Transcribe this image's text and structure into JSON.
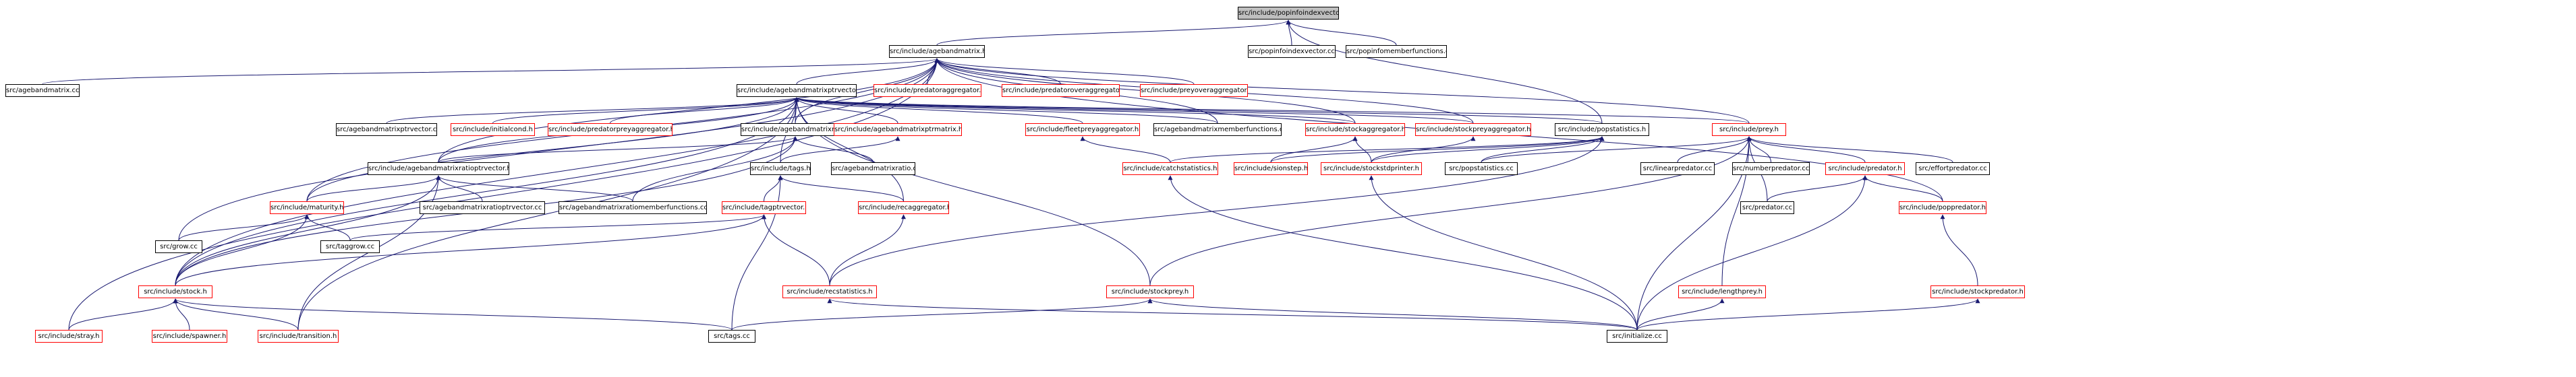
{
  "diagram": {
    "colors": {
      "edge": "#191970",
      "normal_border": "#000000",
      "partial_border": "#ff0000",
      "root_fill": "#bfbfbf"
    },
    "nodes": [
      {
        "id": "root",
        "label": "src/include/popinfoindexvector.h",
        "style": "root"
      },
      {
        "id": "agebandmatrix_h",
        "label": "src/include/agebandmatrix.h",
        "style": "normal"
      },
      {
        "id": "popinfoindexvector_cc",
        "label": "src/popinfoindexvector.cc",
        "style": "normal"
      },
      {
        "id": "popinfomemberfunctions_cc",
        "label": "src/popinfomemberfunctions.cc",
        "style": "normal"
      },
      {
        "id": "agebandmatrix_cc",
        "label": "src/agebandmatrix.cc",
        "style": "normal"
      },
      {
        "id": "agebandmatrixptrvector_h",
        "label": "src/include/agebandmatrixptrvector.h",
        "style": "normal"
      },
      {
        "id": "predatoraggregator_h",
        "label": "src/include/predatoraggregator.h",
        "style": "partial"
      },
      {
        "id": "predatoroveraggregator_h",
        "label": "src/include/predatoroveraggregator.h",
        "style": "partial"
      },
      {
        "id": "preyoveraggregator_h",
        "label": "src/include/preyoveraggregator.h",
        "style": "partial"
      },
      {
        "id": "agebandmatrixptrvector_cc",
        "label": "src/agebandmatrixptrvector.cc",
        "style": "normal"
      },
      {
        "id": "initialcond_h",
        "label": "src/include/initialcond.h",
        "style": "partial"
      },
      {
        "id": "predatorpreyaggregator_h",
        "label": "src/include/predatorpreyaggregator.h",
        "style": "partial"
      },
      {
        "id": "agebandmatrixratio_h",
        "label": "src/include/agebandmatrixratio.h",
        "style": "normal"
      },
      {
        "id": "agebandmatrixptrmatrix_h",
        "label": "src/include/agebandmatrixptrmatrix.h",
        "style": "partial"
      },
      {
        "id": "fleetpreyaggregator_h",
        "label": "src/include/fleetpreyaggregator.h",
        "style": "partial"
      },
      {
        "id": "agebandmatrixmemberfunctions_cc",
        "label": "src/agebandmatrixmemberfunctions.cc",
        "style": "normal"
      },
      {
        "id": "stockaggregator_h",
        "label": "src/include/stockaggregator.h",
        "style": "partial"
      },
      {
        "id": "stockpreyaggregator_h",
        "label": "src/include/stockpreyaggregator.h",
        "style": "partial"
      },
      {
        "id": "popstatistics_h",
        "label": "src/include/popstatistics.h",
        "style": "normal"
      },
      {
        "id": "prey_h",
        "label": "src/include/prey.h",
        "style": "partial"
      },
      {
        "id": "agebandmatrixratioptrvector_h",
        "label": "src/include/agebandmatrixratioptrvector.h",
        "style": "normal"
      },
      {
        "id": "tags_h",
        "label": "src/include/tags.h",
        "style": "normal"
      },
      {
        "id": "agebandmatrixratio_cc",
        "label": "src/agebandmatrixratio.cc",
        "style": "normal"
      },
      {
        "id": "catchstatistics_h",
        "label": "src/include/catchstatistics.h",
        "style": "partial"
      },
      {
        "id": "sionstep_h",
        "label": "src/include/sionstep.h",
        "style": "partial"
      },
      {
        "id": "stockstdprinter_h",
        "label": "src/include/stockstdprinter.h",
        "style": "partial"
      },
      {
        "id": "popstatistics_cc",
        "label": "src/popstatistics.cc",
        "style": "normal"
      },
      {
        "id": "linearpredator_cc",
        "label": "src/linearpredator.cc",
        "style": "normal"
      },
      {
        "id": "numberpredator_cc",
        "label": "src/numberpredator.cc",
        "style": "normal"
      },
      {
        "id": "predator_h",
        "label": "src/include/predator.h",
        "style": "partial"
      },
      {
        "id": "effortpredator_cc",
        "label": "src/effortpredator.cc",
        "style": "normal"
      },
      {
        "id": "maturity_h",
        "label": "src/include/maturity.h",
        "style": "partial"
      },
      {
        "id": "agebandmatrixratioptrvector_cc",
        "label": "src/agebandmatrixratioptrvector.cc",
        "style": "normal"
      },
      {
        "id": "agebandmatrixratiomemberfunctions_cc",
        "label": "src/agebandmatrixratiomemberfunctions.cc",
        "style": "normal"
      },
      {
        "id": "tagptrvector_h",
        "label": "src/include/tagptrvector.h",
        "style": "partial"
      },
      {
        "id": "recaggregator_h",
        "label": "src/include/recaggregator.h",
        "style": "partial"
      },
      {
        "id": "predator_cc",
        "label": "src/predator.cc",
        "style": "normal"
      },
      {
        "id": "poppredator_h",
        "label": "src/include/poppredator.h",
        "style": "partial"
      },
      {
        "id": "grow_cc",
        "label": "src/grow.cc",
        "style": "normal"
      },
      {
        "id": "taggrow_cc",
        "label": "src/taggrow.cc",
        "style": "normal"
      },
      {
        "id": "stock_h",
        "label": "src/include/stock.h",
        "style": "partial"
      },
      {
        "id": "recstatistics_h",
        "label": "src/include/recstatistics.h",
        "style": "partial"
      },
      {
        "id": "stockprey_h",
        "label": "src/include/stockprey.h",
        "style": "partial"
      },
      {
        "id": "lengthprey_h",
        "label": "src/include/lengthprey.h",
        "style": "partial"
      },
      {
        "id": "stockpredator_h",
        "label": "src/include/stockpredator.h",
        "style": "partial"
      },
      {
        "id": "stray_h",
        "label": "src/include/stray.h",
        "style": "partial"
      },
      {
        "id": "spawner_h",
        "label": "src/include/spawner.h",
        "style": "partial"
      },
      {
        "id": "transition_h",
        "label": "src/include/transition.h",
        "style": "partial"
      },
      {
        "id": "tags_cc",
        "label": "src/tags.cc",
        "style": "normal"
      },
      {
        "id": "initialize_cc",
        "label": "src/initialize.cc",
        "style": "normal"
      }
    ],
    "edges": [
      [
        "agebandmatrix_h",
        "root"
      ],
      [
        "popinfoindexvector_cc",
        "root"
      ],
      [
        "popinfomemberfunctions_cc",
        "root"
      ],
      [
        "popstatistics_h",
        "root"
      ],
      [
        "agebandmatrix_cc",
        "agebandmatrix_h"
      ],
      [
        "agebandmatrixptrvector_h",
        "agebandmatrix_h"
      ],
      [
        "predatoraggregator_h",
        "agebandmatrix_h"
      ],
      [
        "predatoroveraggregator_h",
        "agebandmatrix_h"
      ],
      [
        "preyoveraggregator_h",
        "agebandmatrix_h"
      ],
      [
        "agebandmatrixmemberfunctions_cc",
        "agebandmatrix_h"
      ],
      [
        "stockaggregator_h",
        "agebandmatrix_h"
      ],
      [
        "stockpreyaggregator_h",
        "agebandmatrix_h"
      ],
      [
        "prey_h",
        "agebandmatrix_h"
      ],
      [
        "agebandmatrixratio_h",
        "agebandmatrix_h"
      ],
      [
        "grow_cc",
        "agebandmatrix_h"
      ],
      [
        "maturity_h",
        "agebandmatrix_h"
      ],
      [
        "stock_h",
        "agebandmatrix_h"
      ],
      [
        "stray_h",
        "agebandmatrix_h"
      ],
      [
        "poppredator_h",
        "agebandmatrix_h"
      ],
      [
        "agebandmatrixratioptrvector_h",
        "agebandmatrix_h"
      ],
      [
        "agebandmatrixptrvector_cc",
        "agebandmatrixptrvector_h"
      ],
      [
        "initialcond_h",
        "agebandmatrixptrvector_h"
      ],
      [
        "predatorpreyaggregator_h",
        "agebandmatrixptrvector_h"
      ],
      [
        "agebandmatrixratio_h",
        "agebandmatrixptrvector_h"
      ],
      [
        "agebandmatrixptrmatrix_h",
        "agebandmatrixptrvector_h"
      ],
      [
        "fleetpreyaggregator_h",
        "agebandmatrixptrvector_h"
      ],
      [
        "agebandmatrixmemberfunctions_cc",
        "agebandmatrixptrvector_h"
      ],
      [
        "stockaggregator_h",
        "agebandmatrixptrvector_h"
      ],
      [
        "stockpreyaggregator_h",
        "agebandmatrixptrvector_h"
      ],
      [
        "popstatistics_h",
        "agebandmatrixptrvector_h"
      ],
      [
        "prey_h",
        "agebandmatrixptrvector_h"
      ],
      [
        "agebandmatrixratioptrvector_h",
        "agebandmatrixptrvector_h"
      ],
      [
        "tags_h",
        "agebandmatrixptrvector_h"
      ],
      [
        "maturity_h",
        "agebandmatrixptrvector_h"
      ],
      [
        "stock_h",
        "agebandmatrixptrvector_h"
      ],
      [
        "transition_h",
        "agebandmatrixptrvector_h"
      ],
      [
        "recaggregator_h",
        "agebandmatrixptrvector_h"
      ],
      [
        "stockprey_h",
        "agebandmatrixptrvector_h"
      ],
      [
        "agebandmatrixratioptrvector_h",
        "agebandmatrixratio_h"
      ],
      [
        "agebandmatrixratio_cc",
        "agebandmatrixratio_h"
      ],
      [
        "agebandmatrixratiomemberfunctions_cc",
        "agebandmatrixratio_h"
      ],
      [
        "stock_h",
        "agebandmatrixratio_h"
      ],
      [
        "tags_h",
        "agebandmatrixptrmatrix_h"
      ],
      [
        "catchstatistics_h",
        "fleetpreyaggregator_h"
      ],
      [
        "sionstep_h",
        "stockaggregator_h"
      ],
      [
        "stockstdprinter_h",
        "stockaggregator_h"
      ],
      [
        "stockstdprinter_h",
        "stockpreyaggregator_h"
      ],
      [
        "catchstatistics_h",
        "popstatistics_h"
      ],
      [
        "sionstep_h",
        "popstatistics_h"
      ],
      [
        "stockstdprinter_h",
        "popstatistics_h"
      ],
      [
        "popstatistics_cc",
        "popstatistics_h"
      ],
      [
        "recstatistics_h",
        "popstatistics_h"
      ],
      [
        "popstatistics_cc",
        "prey_h"
      ],
      [
        "linearpredator_cc",
        "prey_h"
      ],
      [
        "numberpredator_cc",
        "prey_h"
      ],
      [
        "predator_h",
        "prey_h"
      ],
      [
        "effortpredator_cc",
        "prey_h"
      ],
      [
        "predator_cc",
        "prey_h"
      ],
      [
        "lengthprey_h",
        "prey_h"
      ],
      [
        "stockprey_h",
        "prey_h"
      ],
      [
        "initialize_cc",
        "prey_h"
      ],
      [
        "agebandmatrixratioptrvector_cc",
        "agebandmatrixratioptrvector_h"
      ],
      [
        "agebandmatrixratiomemberfunctions_cc",
        "agebandmatrixratioptrvector_h"
      ],
      [
        "maturity_h",
        "agebandmatrixratioptrvector_h"
      ],
      [
        "stock_h",
        "agebandmatrixratioptrvector_h"
      ],
      [
        "transition_h",
        "agebandmatrixratioptrvector_h"
      ],
      [
        "tagptrvector_h",
        "tags_h"
      ],
      [
        "recaggregator_h",
        "tags_h"
      ],
      [
        "tags_cc",
        "tags_h"
      ],
      [
        "initialize_cc",
        "catchstatistics_h"
      ],
      [
        "initialize_cc",
        "stockstdprinter_h"
      ],
      [
        "predator_cc",
        "predator_h"
      ],
      [
        "poppredator_h",
        "predator_h"
      ],
      [
        "initialize_cc",
        "predator_h"
      ],
      [
        "grow_cc",
        "maturity_h"
      ],
      [
        "taggrow_cc",
        "maturity_h"
      ],
      [
        "stock_h",
        "maturity_h"
      ],
      [
        "stock_h",
        "tagptrvector_h"
      ],
      [
        "recstatistics_h",
        "tagptrvector_h"
      ],
      [
        "taggrow_cc",
        "tagptrvector_h"
      ],
      [
        "recstatistics_h",
        "recaggregator_h"
      ],
      [
        "stockpredator_h",
        "poppredator_h"
      ],
      [
        "stray_h",
        "stock_h"
      ],
      [
        "spawner_h",
        "stock_h"
      ],
      [
        "transition_h",
        "stock_h"
      ],
      [
        "tags_cc",
        "stock_h"
      ],
      [
        "initialize_cc",
        "recstatistics_h"
      ],
      [
        "tags_cc",
        "stockprey_h"
      ],
      [
        "initialize_cc",
        "stockprey_h"
      ],
      [
        "initialize_cc",
        "lengthprey_h"
      ],
      [
        "initialize_cc",
        "stockpredator_h"
      ]
    ]
  }
}
